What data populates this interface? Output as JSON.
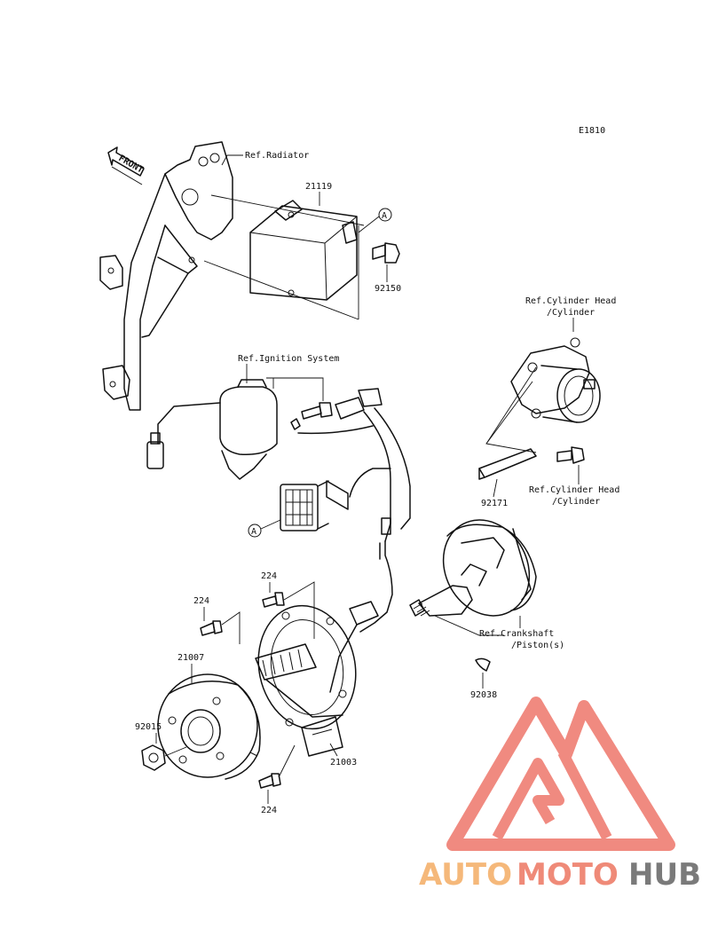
{
  "diagram_code": "E1810",
  "front_arrow_label": "FRONT",
  "labels": {
    "ref_radiator": "Ref.Radiator",
    "part_21119": "21119",
    "callout_a_top": "A",
    "part_92150": "92150",
    "ref_ignition_system": "Ref.Ignition System",
    "ref_cylinder_head_top": [
      "Ref.Cylinder Head",
      "/Cylinder"
    ],
    "ref_cylinder_head_bottom": [
      "Ref.Cylinder Head",
      "/Cylinder"
    ],
    "part_92171": "92171",
    "callout_a_connector": "A",
    "part_224_top": "224",
    "part_224_left": "224",
    "part_224_bottom": "224",
    "part_21007": "21007",
    "part_92015": "92015",
    "part_21003": "21003",
    "ref_crankshaft": [
      "Ref.Crankshaft",
      "/Piston(s)"
    ],
    "part_92038": "92038"
  },
  "watermark": {
    "text_part1": "AUTO",
    "text_part2": "MOTO",
    "text_part3": "HUB",
    "colors": {
      "logo": "#f08a80",
      "auto": "#f5b87a",
      "moto": "#ef8a78",
      "hub": "#7a7a7a"
    }
  }
}
